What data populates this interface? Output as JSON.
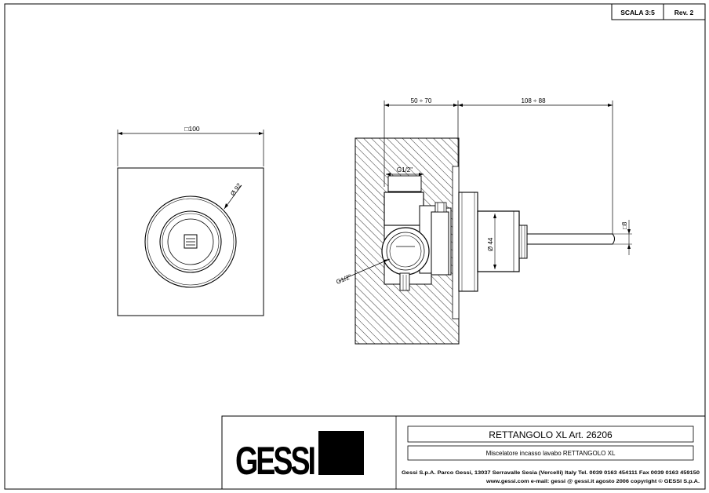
{
  "header": {
    "scale": "SCALA 3:5",
    "revision": "Rev. 2"
  },
  "front_view": {
    "square_dim": "□100",
    "diameter_dim": "Ø 92"
  },
  "section_view": {
    "dim_top_left": "50 ÷ 70",
    "dim_top_right": "108 ÷ 88",
    "thread_top": "G1/2\"",
    "thread_side": "G1/2\"",
    "diameter_body": "Ø 44",
    "spout_square": "□8"
  },
  "title_block": {
    "logo": "GESSI",
    "product_title": "RETTANGOLO XL  Art. 26206",
    "description": "Miscelatore incasso lavabo RETTANGOLO XL",
    "company_line1": "Gessi S.p.A. Parco Gessi, 13037 Serravalle Sesia (Vercelli) Italy Tel. 0039 0163 454111 Fax 0039 0163 459150",
    "company_line2": "www.gessi.com e-mail: gessi @ gessi.it agosto 2006 copyright © GESSI S.p.A."
  }
}
